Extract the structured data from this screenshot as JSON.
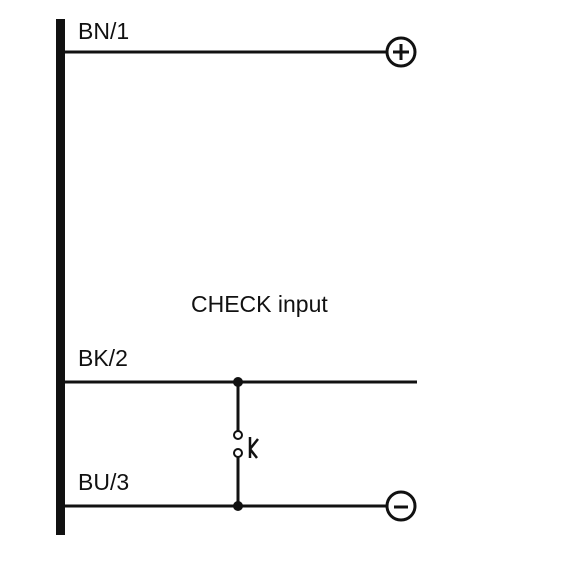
{
  "wires": [
    {
      "label": "BN/1",
      "terminal": "+"
    },
    {
      "label": "BK/2"
    },
    {
      "label": "BU/3",
      "terminal": "-"
    }
  ],
  "check_label": "CHECK input",
  "icons": {
    "positive_terminal": "plus-circle-icon",
    "negative_terminal": "minus-circle-icon",
    "contact": "normally-open-contact-icon"
  },
  "colors": {
    "line": "#111111",
    "background": "#ffffff"
  }
}
